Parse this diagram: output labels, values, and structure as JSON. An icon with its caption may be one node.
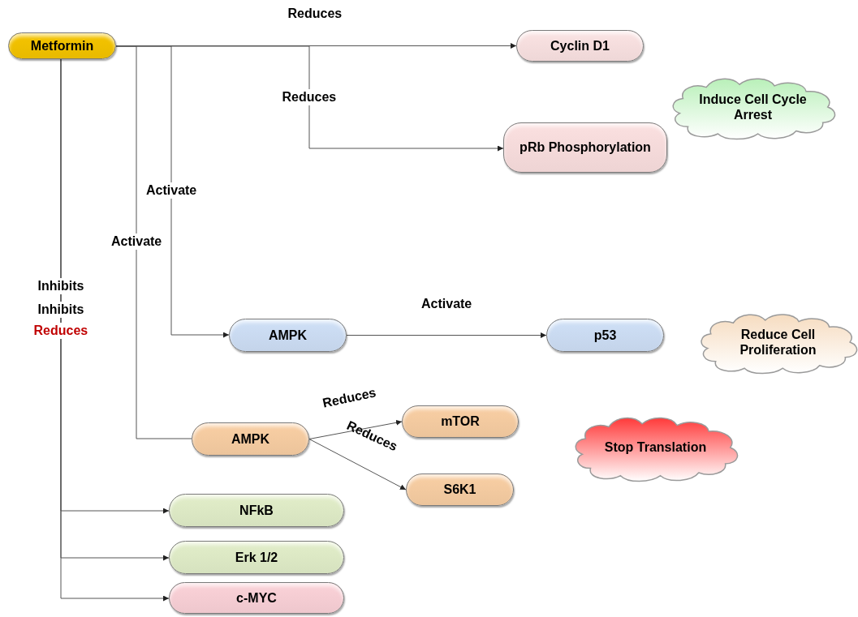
{
  "diagram": {
    "nodes": [
      {
        "text": [
          "Metformin"
        ]
      },
      {
        "text": [
          "Cyclin D1"
        ]
      },
      {
        "text": [
          "Induce Cell Cycle Arrest"
        ]
      },
      {
        "text": [
          "pRb Phosphorylation"
        ]
      },
      {
        "text": [
          "AMPK"
        ]
      },
      {
        "text": [
          "p53"
        ]
      },
      {
        "text": [
          "Reduce Cell Proliferation"
        ]
      },
      {
        "text": [
          "AMPK"
        ]
      },
      {
        "text": [
          "mTOR"
        ]
      },
      {
        "text": [
          "Stop Translation"
        ]
      },
      {
        "text": [
          "S6K1"
        ]
      },
      {
        "text": [
          "NFkB"
        ]
      },
      {
        "text": [
          "Erk 1/2"
        ]
      },
      {
        "text": [
          "c-MYC"
        ]
      }
    ],
    "edges": [
      {
        "from": 0,
        "to": 1,
        "arrow": "to",
        "label": "Reduces"
      },
      {
        "from": 0,
        "to": 3,
        "arrow": "to",
        "label": "Reduces"
      },
      {
        "from": 0,
        "to": 4,
        "arrow": "to",
        "label": "Activate"
      },
      {
        "from": 0,
        "to": 7,
        "arrow": "none",
        "label": "Activate"
      },
      {
        "from": 4,
        "to": 5,
        "arrow": "to",
        "label": "Activate"
      },
      {
        "from": 7,
        "to": 8,
        "arrow": "to",
        "label": "Reduces"
      },
      {
        "from": 7,
        "to": 10,
        "arrow": "to",
        "label": "Reduces"
      },
      {
        "from": 0,
        "to": 11,
        "arrow": "to",
        "label": "Inhibits"
      },
      {
        "from": 0,
        "to": 12,
        "arrow": "to",
        "label": "Inhibits"
      },
      {
        "from": 0,
        "to": 13,
        "arrow": "to",
        "label": "Reduces"
      }
    ]
  }
}
